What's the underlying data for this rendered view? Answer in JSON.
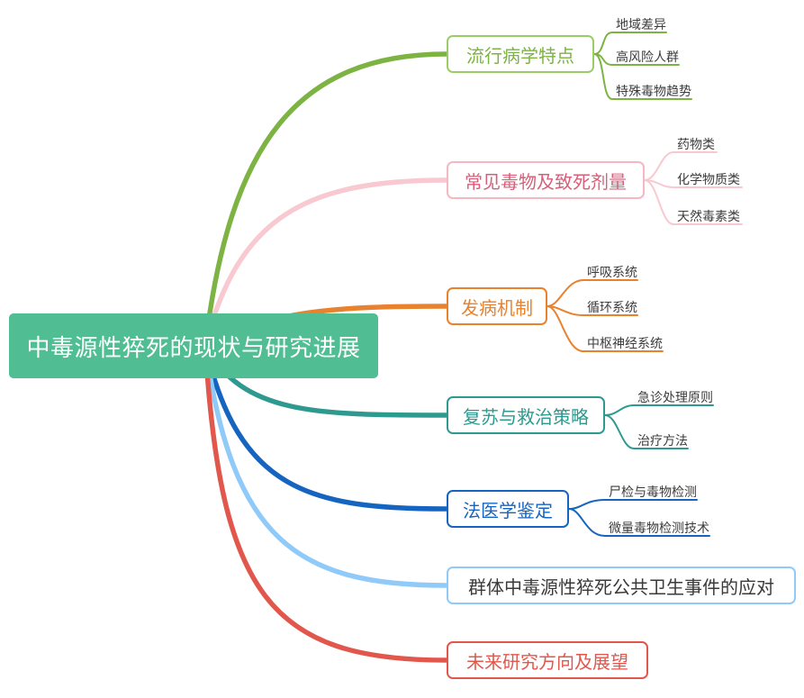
{
  "root": {
    "label": "中毒源性猝死的现状与研究进展",
    "bg_color": "#50BE92",
    "text_color": "#FFFFFF"
  },
  "child_text_color": "#3C3C3C",
  "branches": [
    {
      "label": "流行病学特点",
      "text_color": "#7CB342",
      "border_color": "#9CCC65",
      "line_color": "#7CB342",
      "children": [
        "地域差异",
        "高风险人群",
        "特殊毒物趋势"
      ]
    },
    {
      "label": "常见毒物及致死剂量",
      "text_color": "#D95E79",
      "border_color": "#F4B8C3",
      "line_color": "#F8C9D1",
      "children": [
        "药物类",
        "化学物质类",
        "天然毒素类"
      ]
    },
    {
      "label": "发病机制",
      "text_color": "#E8822E",
      "border_color": "#E8822E",
      "line_color": "#E8822E",
      "children": [
        "呼吸系统",
        "循环系统",
        "中枢神经系统"
      ]
    },
    {
      "label": "复苏与救治策略",
      "text_color": "#2E9A8F",
      "border_color": "#2E9A8F",
      "line_color": "#2E9A8F",
      "children": [
        "急诊处理原则",
        "治疗方法"
      ]
    },
    {
      "label": "法医学鉴定",
      "text_color": "#1565C0",
      "border_color": "#1565C0",
      "line_color": "#1565C0",
      "children": [
        "尸检与毒物检测",
        "微量毒物检测技术"
      ]
    },
    {
      "label": "群体中毒源性猝死公共卫生事件的应对",
      "text_color": "#3A3A3A",
      "border_color": "#90CAF9",
      "line_color": "#90CAF9",
      "children": []
    },
    {
      "label": "未来研究方向及展望",
      "text_color": "#E2574C",
      "border_color": "#E2574C",
      "line_color": "#E2574C",
      "children": []
    }
  ]
}
